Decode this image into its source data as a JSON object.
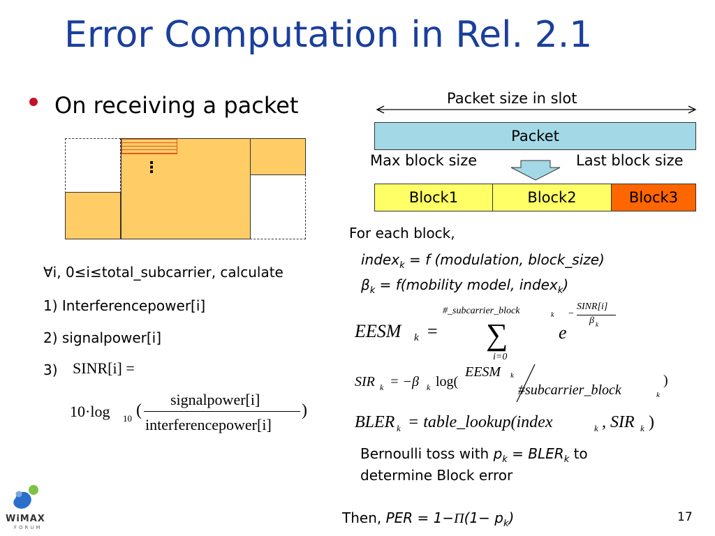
{
  "slide": {
    "title": "Error Computation in Rel. 2.1",
    "bullet": "On receiving a packet",
    "page_number": "17",
    "logo": {
      "word": "WiMAX",
      "sub": "FORUM"
    }
  },
  "packet_diagram": {
    "size_label": "Packet size in slot",
    "packet_label": "Packet",
    "max_block_label": "Max block size",
    "last_block_label": "Last block size",
    "blocks": [
      "Block1",
      "Block2",
      "Block3"
    ],
    "colors": {
      "packet": "#a3d9e6",
      "block_normal": "#ffff66",
      "block_last": "#ff6600"
    }
  },
  "subcarrier_diagram": {
    "dots": "⋮",
    "fill_color": "#ffcc66",
    "stripe_color": "#e05a1e"
  },
  "left_steps": {
    "forall": "∀i, 0≤i≤total_subcarrier, calculate",
    "step1": "1)  Interferencepower[i]",
    "step2": "2)  signalpower[i]",
    "step3_num": "3)",
    "step3_expr": "SINR[i] =",
    "sinr_prefix": "10·log",
    "sinr_sub": "10",
    "sinr_open": "(",
    "sinr_num": "signalpower[i]",
    "sinr_den": "interferencepower[i]",
    "sinr_close": ")"
  },
  "right_block": {
    "for_each": "For each block,",
    "index_lhs": "index",
    "index_sub": "k",
    "index_rhs": " = f (modulation, block_size)",
    "beta_lhs": "β",
    "beta_sub": "k",
    "beta_rhs": " = f(mobility model, index",
    "beta_rhs_sub": "k",
    "beta_rhs_close": ")",
    "eesm_lhs": "EESM",
    "eesm_sub": "k",
    "eq": "=",
    "sum_sym": "∑",
    "sum_upper": "#_subcarrier_block",
    "sum_upper_sub": "k",
    "sum_lower": "i=0",
    "exp_base": "e",
    "exp_minus": "−",
    "exp_num": "SINR[i]",
    "exp_den": "β",
    "exp_den_sub": "k",
    "sir_lhs": "SIR",
    "sir_sub": "k",
    "sir_mid": "= −β",
    "sir_mid_sub": "k",
    "sir_log": "log(",
    "sir_num": "EESM",
    "sir_num_sub": "k",
    "sir_den": "#subcarrier_block",
    "sir_den_sub": "k",
    "sir_close": ")",
    "bler_lhs": "BLER",
    "bler_sub": "k",
    "bler_rhs": "= table_lookup(index",
    "bler_rhs_sub1": "k",
    "bler_comma": ", SIR",
    "bler_rhs_sub2": "k",
    "bler_close": ")",
    "bern_line1_a": "Bernoulli toss with ",
    "bern_p": "p",
    "bern_p_sub": "k",
    "bern_eq": " = BLER",
    "bern_bler_sub": "k",
    "bern_line1_b": " to",
    "bern_line2": "determine Block error",
    "then_a": "Then, ",
    "then_per": "PER = 1−",
    "then_pi": "Π",
    "then_rest": "(1− p",
    "then_sub": "k",
    "then_close": ")"
  }
}
